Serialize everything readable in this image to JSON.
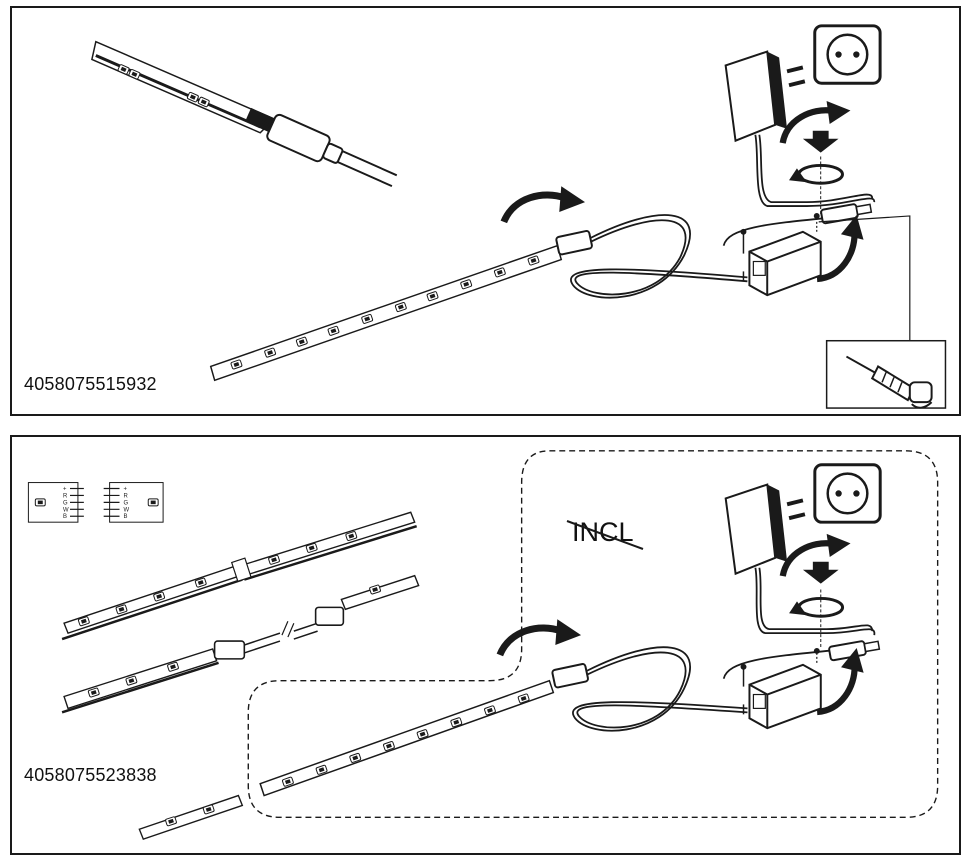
{
  "panels": [
    {
      "product_code": "4058075515932"
    },
    {
      "product_code": "4058075523838",
      "included_note": "INCL"
    }
  ],
  "pin_labels": [
    "+",
    "R",
    "G",
    "W",
    "B"
  ],
  "colors": {
    "line": "#1a1a1a",
    "fill_light": "#f2f2f2",
    "fill_dark": "#1a1a1a"
  },
  "icons": [
    "socket-icon",
    "plug-adapter-icon",
    "controller-box-icon",
    "screwdriver-icon",
    "led-strip-icon",
    "connector-icon",
    "curved-arrow-icon",
    "rotate-arrow-icon",
    "down-arrow-icon"
  ]
}
